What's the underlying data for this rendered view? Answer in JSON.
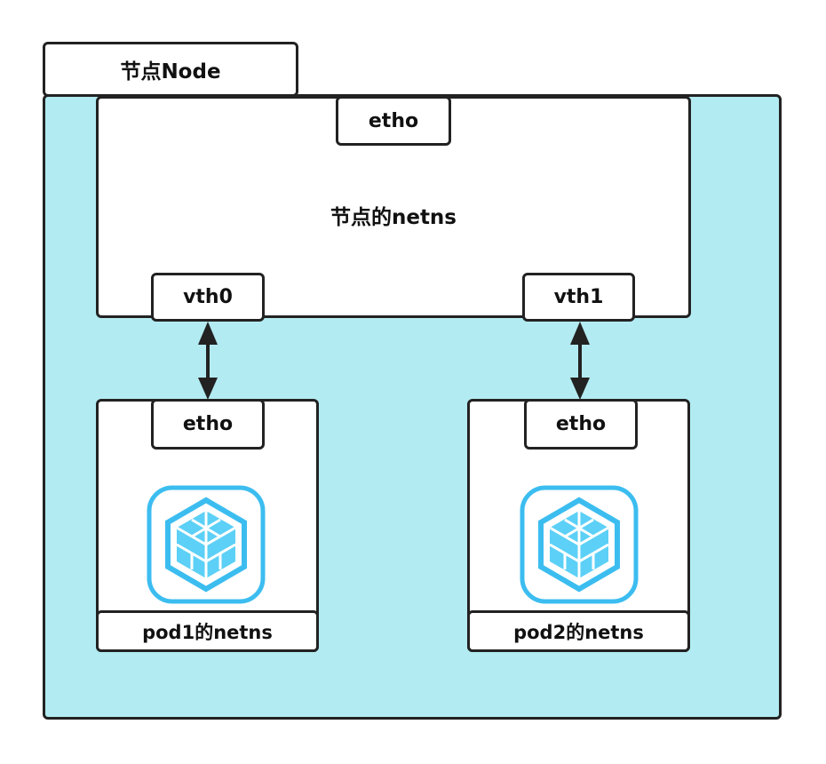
{
  "node": {
    "title": "节点Node"
  },
  "host_ns": {
    "title": "节点的netns",
    "eth_label": "etho"
  },
  "veth": [
    {
      "label": "vth0"
    },
    {
      "label": "vth1"
    }
  ],
  "pods": [
    {
      "eth_label": "etho",
      "name": "pod1的netns",
      "icon": "kubernetes-pod-cube-icon"
    },
    {
      "eth_label": "etho",
      "name": "pod2的netns",
      "icon": "kubernetes-pod-cube-icon"
    }
  ],
  "colors": {
    "node_fill": "#b3ebf2",
    "icon_blue": "#3cbdf0",
    "icon_cube": "#5cd0f6",
    "stroke": "#222222"
  }
}
